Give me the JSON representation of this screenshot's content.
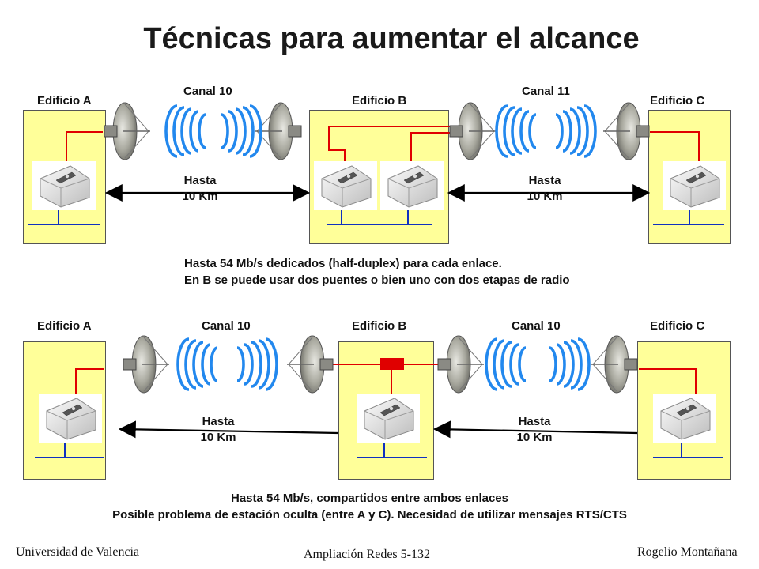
{
  "title": "Técnicas para aumentar el alcance",
  "diagram1": {
    "buildings": [
      "Edificio A",
      "Edificio B",
      "Edificio C"
    ],
    "channels": [
      "Canal 10",
      "Canal 11"
    ],
    "distance_line1": "Hasta",
    "distance_line2": "10 Km",
    "note_line1": "Hasta 54 Mb/s dedicados (half-duplex) para cada enlace.",
    "note_line2": "En B se puede usar dos puentes o bien uno con dos etapas de radio"
  },
  "diagram2": {
    "buildings": [
      "Edificio A",
      "Edificio B",
      "Edificio C"
    ],
    "channels": [
      "Canal 10",
      "Canal 10"
    ],
    "distance_line1": "Hasta",
    "distance_line2": "10 Km",
    "note_line1_pre": "Hasta 54 Mb/s, ",
    "note_line1_underlined": "compartidos",
    "note_line1_post": " entre ambos enlaces",
    "note_line2": "Posible problema de estación oculta (entre A y C). Necesidad de utilizar mensajes RTS/CTS"
  },
  "footer": {
    "left": "Universidad de Valencia",
    "center": "Ampliación Redes 5-132",
    "right": "Rogelio Montañana"
  },
  "colors": {
    "building_fill": "#ffff99",
    "wire": "#e00000",
    "lan": "#1030c0",
    "signal": "#2288ee",
    "arrow": "#000000"
  },
  "icons": [
    "dish-antenna-icon",
    "wireless-bridge-icon",
    "radio-wave-icon",
    "splitter-icon"
  ]
}
